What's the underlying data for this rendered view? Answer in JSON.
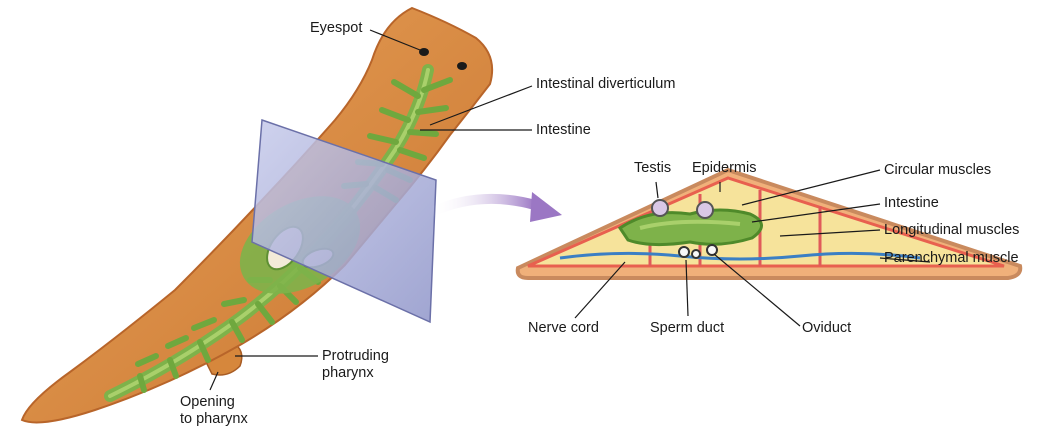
{
  "colors": {
    "body_fill": "#dd8a3f",
    "body_edge": "#b8652a",
    "gut": "#7eb24a",
    "gut_dark": "#4f8a2a",
    "plane": "#aab0da",
    "arrow": "#9b77c4",
    "section_fill": "#f6e39b",
    "section_border": "#c98a5e",
    "muscle": "#e05a5a",
    "nerve": "#3b7fc4"
  },
  "planarian": {
    "eyespot": "Eyespot",
    "intestinal_diverticulum": "Intestinal diverticulum",
    "intestine": "Intestine",
    "protruding_pharynx_1": "Protruding",
    "protruding_pharynx_2": "pharynx",
    "opening_1": "Opening",
    "opening_2": "to pharynx"
  },
  "cross_section": {
    "testis": "Testis",
    "epidermis": "Epidermis",
    "circular_muscles": "Circular muscles",
    "intestine": "Intestine",
    "longitudinal_muscles": "Longitudinal  muscles",
    "parenchymal_muscle": "Parenchymal muscle",
    "nerve_cord": "Nerve cord",
    "sperm_duct": "Sperm duct",
    "oviduct": "Oviduct"
  }
}
